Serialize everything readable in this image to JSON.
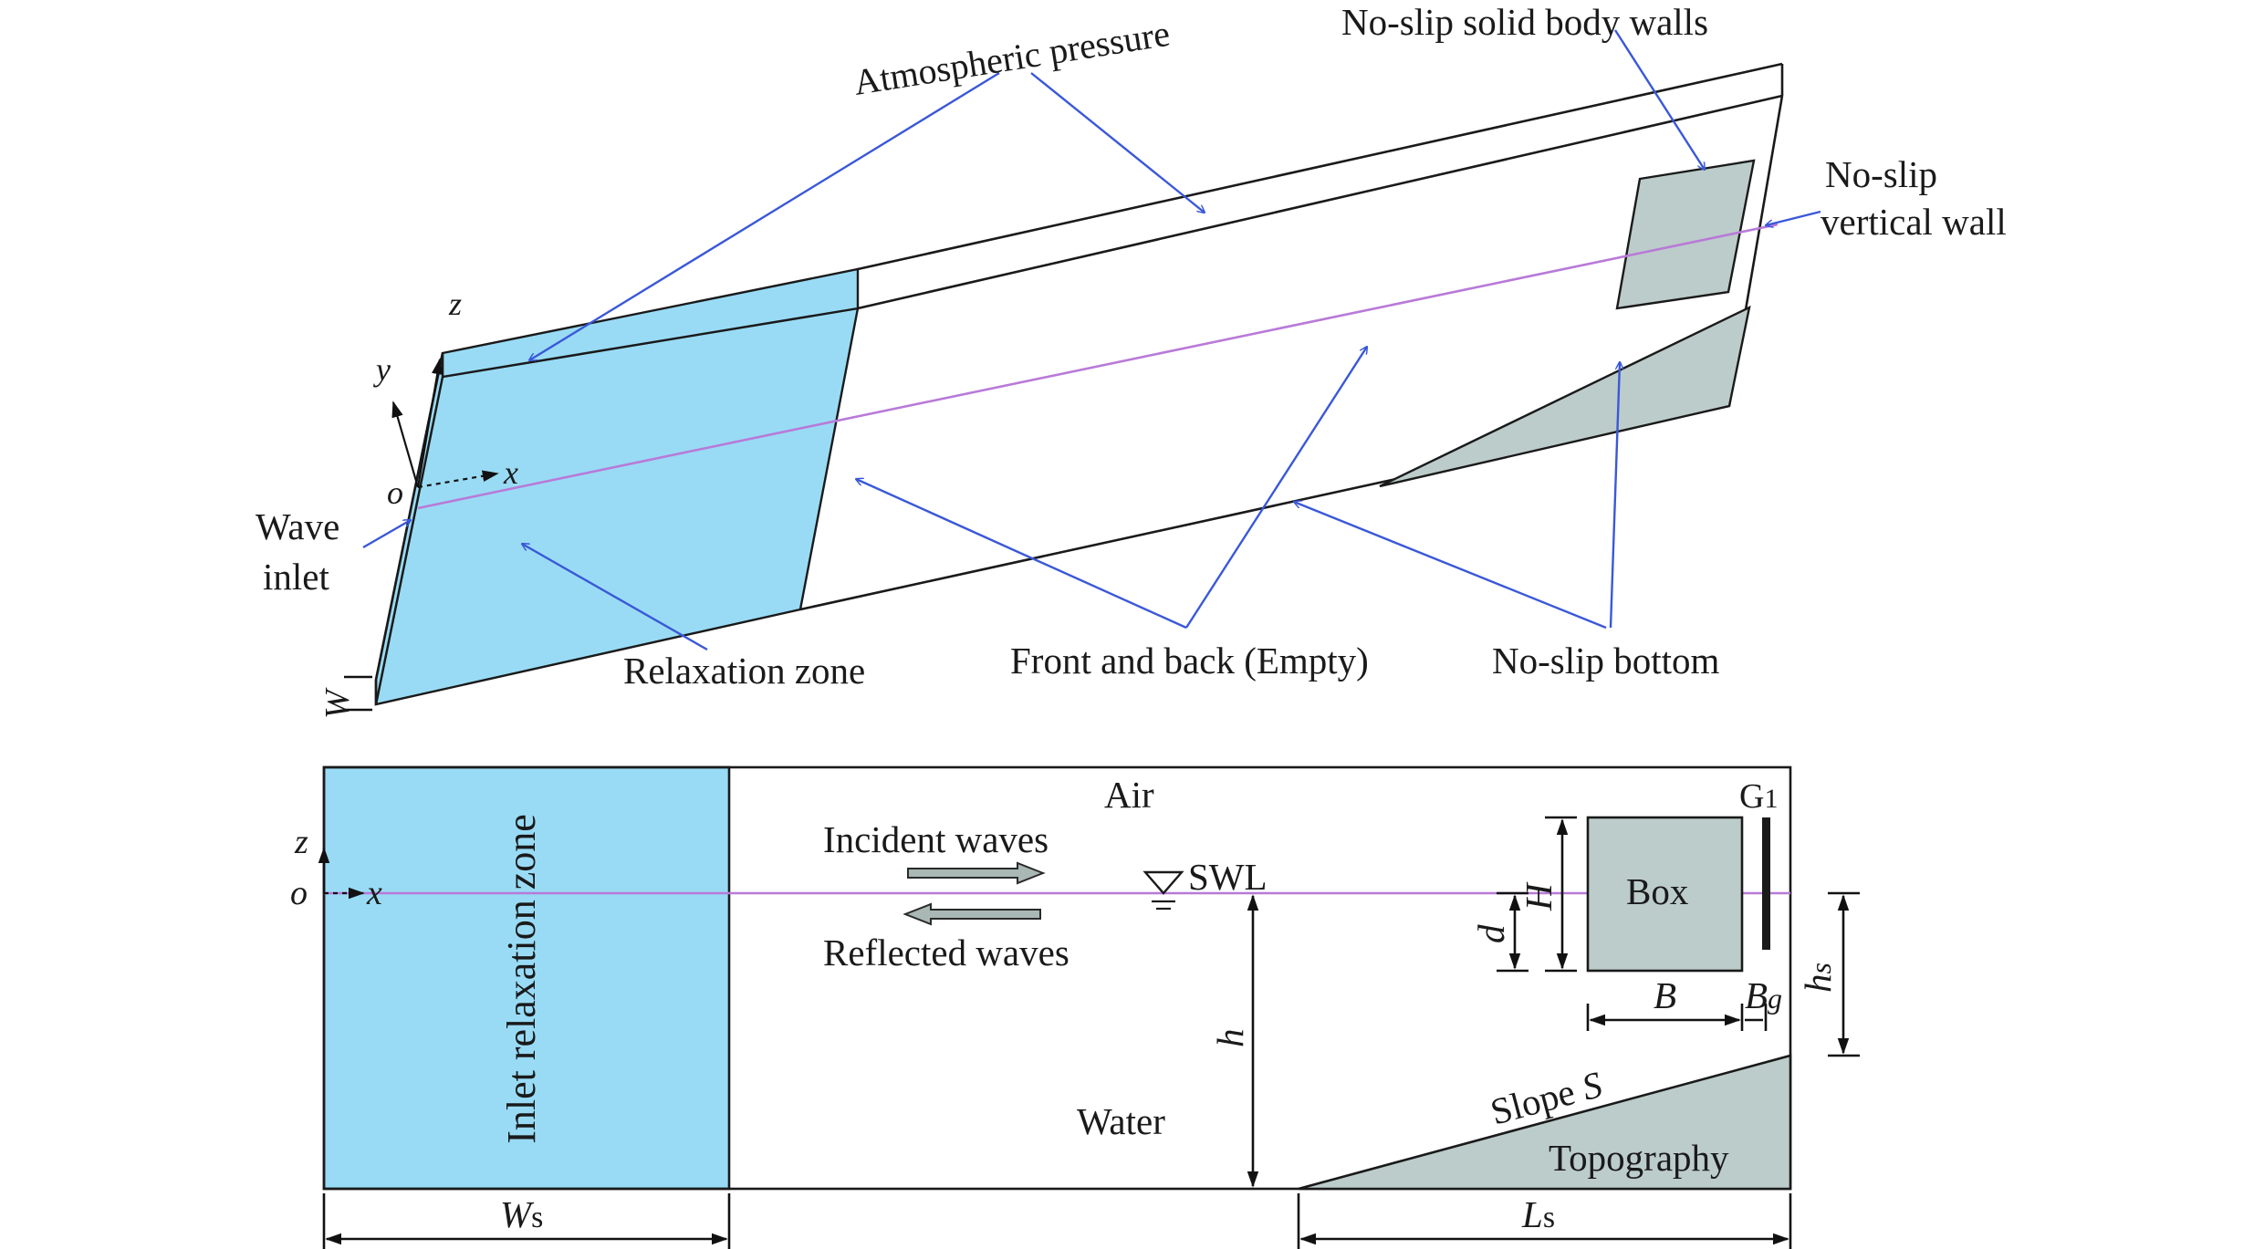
{
  "colors": {
    "relaxation_fill": "#99dbf5",
    "solid_fill": "#bcccca",
    "leader": "#3a58d8",
    "water_line": "#b87ad8",
    "arrow_fill": "#a9b8b4",
    "outline": "#1a1a1a"
  },
  "top": {
    "atmospheric_pressure": "Atmospheric pressure",
    "no_slip_solid_body_walls": "No-slip solid body walls",
    "no_slip_vertical_wall_line1": "No-slip",
    "no_slip_vertical_wall_line2": "vertical wall",
    "wave_inlet_line1": "Wave",
    "wave_inlet_line2": "inlet",
    "relaxation_zone": "Relaxation zone",
    "front_and_back": "Front and back (Empty)",
    "no_slip_bottom": "No-slip bottom",
    "axis_z": "z",
    "axis_y": "y",
    "axis_x": "x",
    "axis_o": "o",
    "width_label": "W"
  },
  "bottom": {
    "inlet_relaxation_zone": "Inlet relaxation zone",
    "air": "Air",
    "incident_waves": "Incident waves",
    "reflected_waves": "Reflected waves",
    "swl": "SWL",
    "water": "Water",
    "box": "Box",
    "slope_prefix": "Slope ",
    "slope_symbol": "S",
    "topography": "Topography",
    "gauge_main": "G",
    "gauge_sub": "1",
    "H": "H",
    "d": "d",
    "h": "h",
    "B": "B",
    "Bg_main": "B",
    "Bg_sub": "g",
    "hs_main": "h",
    "hs_sub": "s",
    "Ws_main": "W",
    "Ws_sub": "s",
    "Ls_main": "L",
    "Ls_sub": "s",
    "axis_z": "z",
    "axis_o": "o",
    "axis_x": "x"
  }
}
